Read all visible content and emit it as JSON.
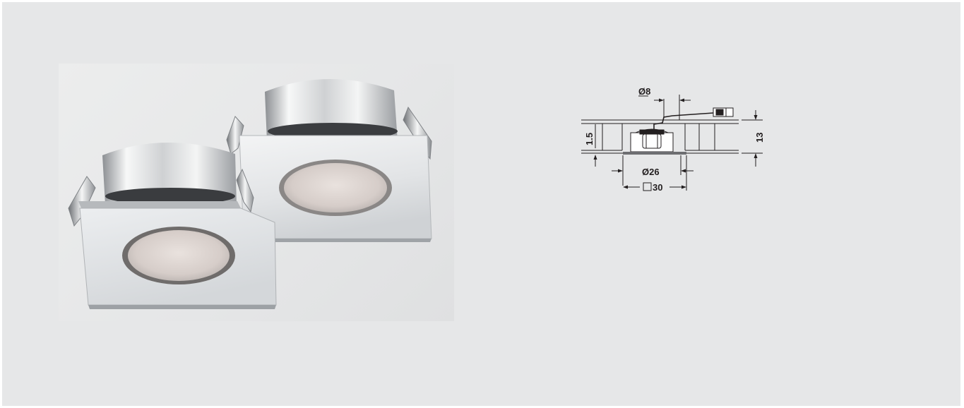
{
  "product": {
    "photo_alt": "two square recessed LED downlights",
    "colors": {
      "background": "#e6e7e8",
      "metal_light": "#f2f3f4",
      "metal_dark": "#9ea1a5",
      "lens": "#d8d1cf",
      "line": "#231f20"
    }
  },
  "drawing": {
    "dim_hole": "Ø8",
    "dim_height": "13",
    "dim_recess": "1.5",
    "dim_diameter": "Ø26",
    "dim_square": "30"
  }
}
